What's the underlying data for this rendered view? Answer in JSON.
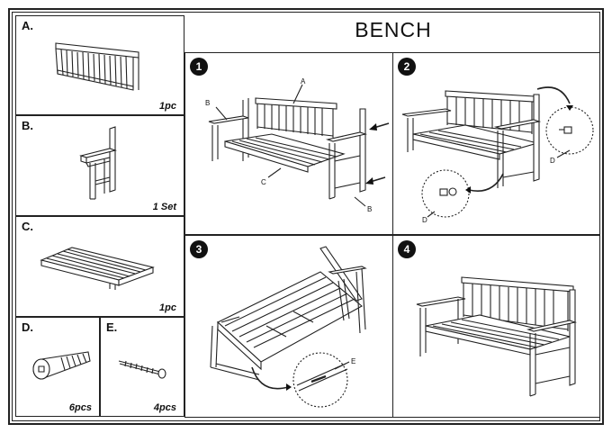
{
  "title": "BENCH",
  "parts": [
    {
      "letter": "A.",
      "quantity": "1pc"
    },
    {
      "letter": "B.",
      "quantity": "1 Set"
    },
    {
      "letter": "C.",
      "quantity": "1pc"
    },
    {
      "letter": "D.",
      "quantity": "6pcs"
    },
    {
      "letter": "E.",
      "quantity": "4pcs"
    }
  ],
  "steps": [
    {
      "number": "1",
      "callouts": [
        "A",
        "B",
        "C",
        "B"
      ]
    },
    {
      "number": "2",
      "callouts": [
        "D",
        "D"
      ]
    },
    {
      "number": "3",
      "callouts": [
        "E"
      ]
    },
    {
      "number": "4"
    }
  ],
  "icons": {
    "backrest": "backrest-drawing",
    "side_frame": "side-frame-drawing",
    "seat": "seat-drawing",
    "bolt": "bolt-drawing",
    "screw": "screw-drawing",
    "bench": "bench-drawing",
    "arrow": "arrow-icon"
  }
}
